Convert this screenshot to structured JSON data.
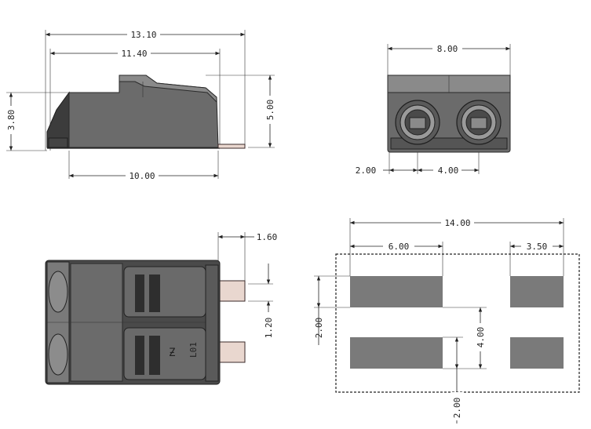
{
  "colors": {
    "body": "#6b6b6b",
    "body_dark": "#3c3c3c",
    "pin": "#e9d7cf",
    "pad": "#7a7a7a",
    "line": "#222222"
  },
  "side_view": {
    "dim_overall_length": "13.10",
    "dim_housing_length": "11.40",
    "dim_base_length": "10.00",
    "dim_height_left": "3.80",
    "dim_height_right": "5.00"
  },
  "front_view": {
    "dim_width": "8.00",
    "dim_edge_offset": "2.00",
    "dim_pitch": "4.00"
  },
  "top_view": {
    "dim_pin_length": "1.60",
    "dim_pin_width": "1.20",
    "marking": "L01"
  },
  "footprint": {
    "dim_overall_width": "14.00",
    "dim_pad_length_left": "6.00",
    "dim_pad_length_right": "3.50",
    "dim_pad_height": "2.00",
    "dim_row_pitch": "4.00",
    "dim_bottom_offset": "2.00"
  }
}
